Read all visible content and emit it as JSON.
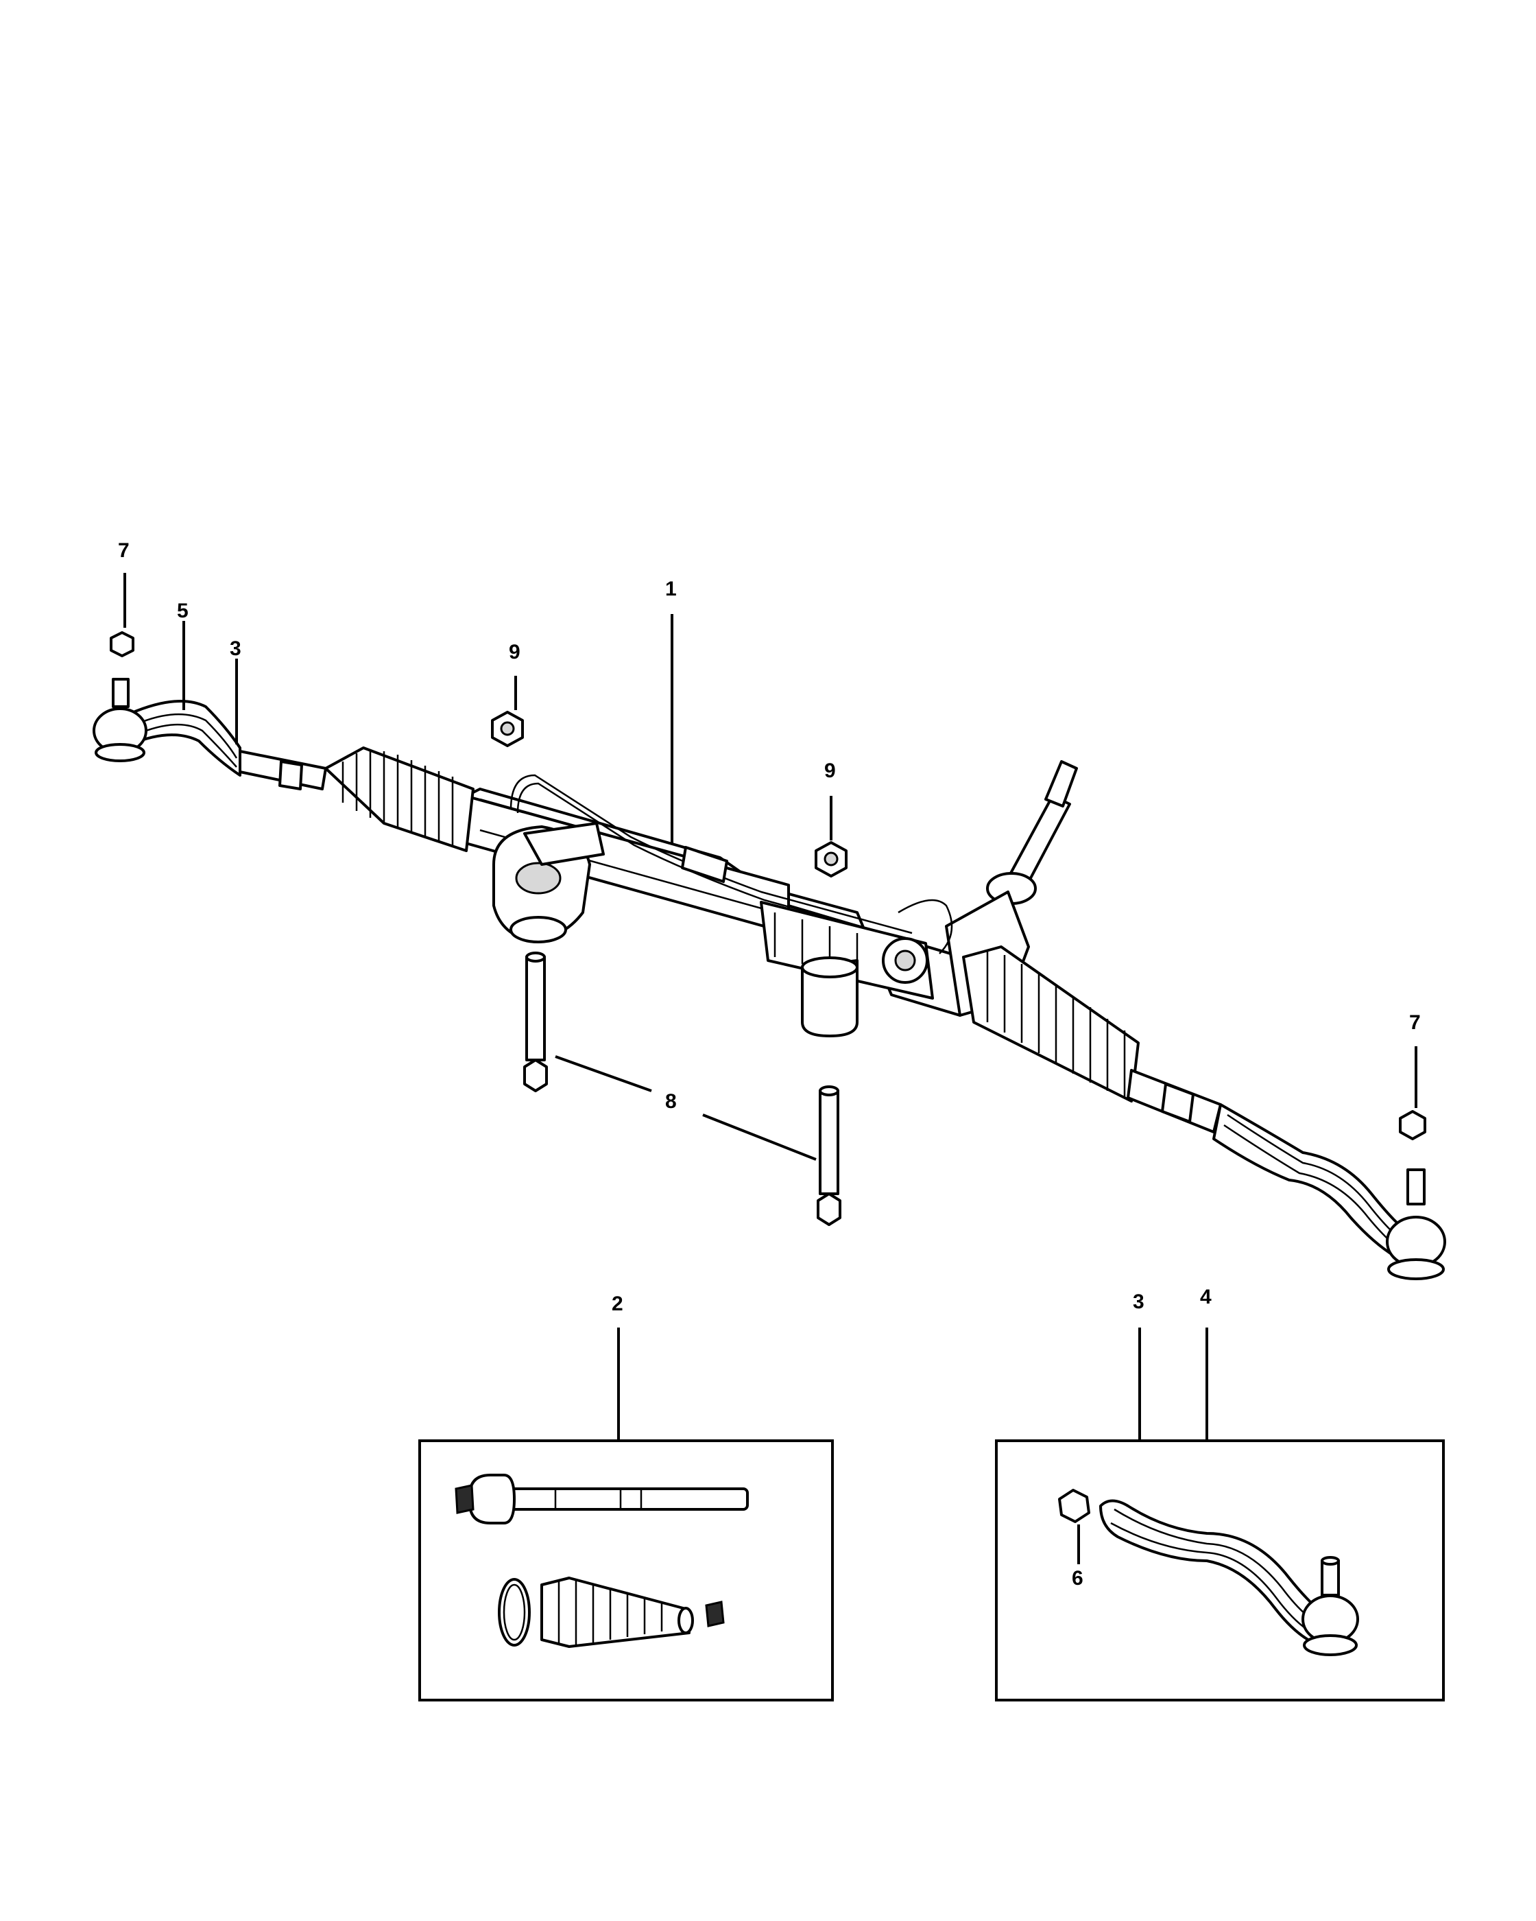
{
  "callouts": {
    "c1": "1",
    "c2": "2",
    "c3_left": "3",
    "c3_inset": "3",
    "c4": "4",
    "c5": "5",
    "c6": "6",
    "c7_left": "7",
    "c7_right": "7",
    "c8": "8",
    "c9_left": "9",
    "c9_right": "9"
  },
  "parts": [
    {
      "ref": "1",
      "item": "steering-gear-rack-and-pinion"
    },
    {
      "ref": "2",
      "item": "inner-tie-rod-and-boot-kit"
    },
    {
      "ref": "3",
      "item": "tie-rod-end"
    },
    {
      "ref": "4",
      "item": "tie-rod-end-outer"
    },
    {
      "ref": "5",
      "item": "tie-rod-end-left"
    },
    {
      "ref": "6",
      "item": "jam-nut"
    },
    {
      "ref": "7",
      "item": "tie-rod-nut"
    },
    {
      "ref": "8",
      "item": "mounting-bolt"
    },
    {
      "ref": "9",
      "item": "flange-nut"
    }
  ]
}
